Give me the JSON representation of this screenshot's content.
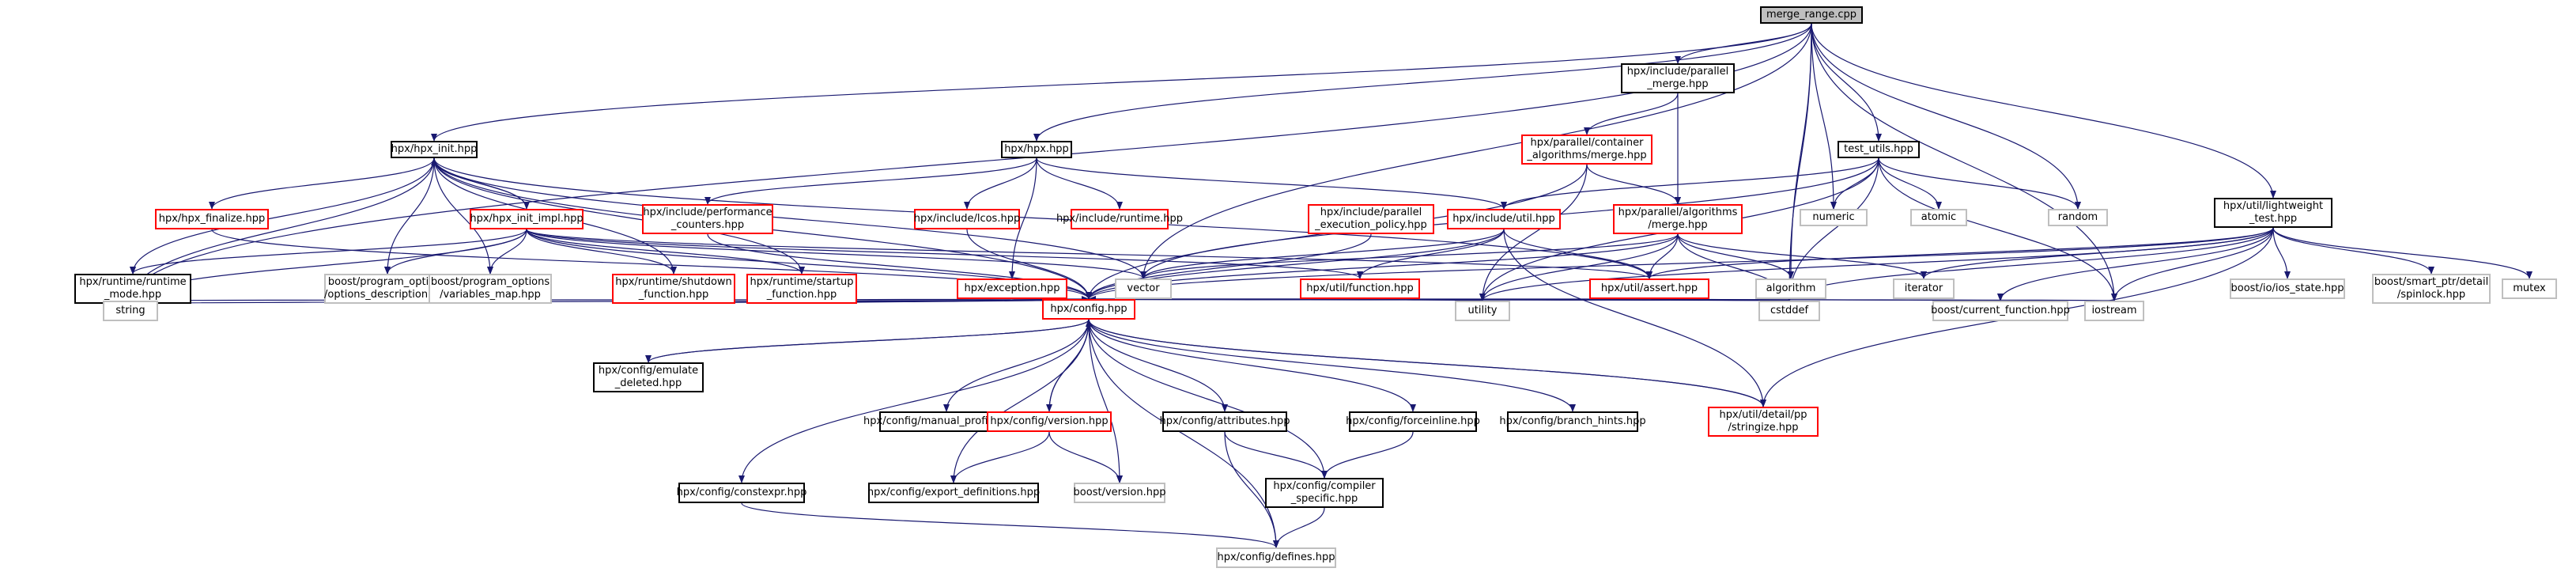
{
  "colors": {
    "edge": "#191970",
    "link_border": "#000000",
    "missing_border": "#ff0000",
    "system_border": "#bfbfbf",
    "root_fill": "#bfbfbf"
  },
  "nodes": [
    {
      "id": "root",
      "label": "merge_range.cpp",
      "kind": "root"
    },
    {
      "id": "pmerge",
      "label": "hpx/include/parallel\n_merge.hpp",
      "kind": "link"
    },
    {
      "id": "cmerge",
      "label": "hpx/parallel/container\n_algorithms/merge.hpp",
      "kind": "missing"
    },
    {
      "id": "testutils",
      "label": "test_utils.hpp",
      "kind": "link"
    },
    {
      "id": "hpxinit",
      "label": "hpx/hpx_init.hpp",
      "kind": "link"
    },
    {
      "id": "hpxhpp",
      "label": "hpx/hpx.hpp",
      "kind": "link"
    },
    {
      "id": "lwtest",
      "label": "hpx/util/lightweight\n_test.hpp",
      "kind": "link"
    },
    {
      "id": "finalize",
      "label": "hpx/hpx_finalize.hpp",
      "kind": "missing"
    },
    {
      "id": "initimpl",
      "label": "hpx/hpx_init_impl.hpp",
      "kind": "missing"
    },
    {
      "id": "perfc",
      "label": "hpx/include/performance\n_counters.hpp",
      "kind": "missing"
    },
    {
      "id": "lcos",
      "label": "hpx/include/lcos.hpp",
      "kind": "missing"
    },
    {
      "id": "incruntime",
      "label": "hpx/include/runtime.hpp",
      "kind": "missing"
    },
    {
      "id": "parexec",
      "label": "hpx/include/parallel\n_execution_policy.hpp",
      "kind": "missing"
    },
    {
      "id": "incutil",
      "label": "hpx/include/util.hpp",
      "kind": "missing"
    },
    {
      "id": "algmerge",
      "label": "hpx/parallel/algorithms\n/merge.hpp",
      "kind": "missing"
    },
    {
      "id": "numeric",
      "label": "numeric",
      "kind": "system"
    },
    {
      "id": "atomic",
      "label": "atomic",
      "kind": "system"
    },
    {
      "id": "random",
      "label": "random",
      "kind": "system"
    },
    {
      "id": "rtmode",
      "label": "hpx/runtime/runtime\n_mode.hpp",
      "kind": "link"
    },
    {
      "id": "optdesc",
      "label": "boost/program_options\n/options_description.hpp",
      "kind": "system"
    },
    {
      "id": "varmap",
      "label": "boost/program_options\n/variables_map.hpp",
      "kind": "system"
    },
    {
      "id": "shutdown",
      "label": "hpx/runtime/shutdown\n_function.hpp",
      "kind": "missing"
    },
    {
      "id": "startup",
      "label": "hpx/runtime/startup\n_function.hpp",
      "kind": "missing"
    },
    {
      "id": "exception",
      "label": "hpx/exception.hpp",
      "kind": "missing"
    },
    {
      "id": "vector",
      "label": "vector",
      "kind": "system"
    },
    {
      "id": "function",
      "label": "hpx/util/function.hpp",
      "kind": "missing"
    },
    {
      "id": "algorithm",
      "label": "algorithm",
      "kind": "system"
    },
    {
      "id": "assert",
      "label": "hpx/util/assert.hpp",
      "kind": "missing"
    },
    {
      "id": "iterator",
      "label": "iterator",
      "kind": "system"
    },
    {
      "id": "iosstate",
      "label": "boost/io/ios_state.hpp",
      "kind": "system"
    },
    {
      "id": "spinlock",
      "label": "boost/smart_ptr/detail\n/spinlock.hpp",
      "kind": "system"
    },
    {
      "id": "mutex",
      "label": "mutex",
      "kind": "system"
    },
    {
      "id": "string",
      "label": "string",
      "kind": "system"
    },
    {
      "id": "config",
      "label": "hpx/config.hpp",
      "kind": "missing"
    },
    {
      "id": "utility",
      "label": "utility",
      "kind": "system"
    },
    {
      "id": "cstddef",
      "label": "cstddef",
      "kind": "system"
    },
    {
      "id": "curfunc",
      "label": "boost/current_function.hpp",
      "kind": "system"
    },
    {
      "id": "iostream",
      "label": "iostream",
      "kind": "system"
    },
    {
      "id": "emulate",
      "label": "hpx/config/emulate\n_deleted.hpp",
      "kind": "link"
    },
    {
      "id": "manprof",
      "label": "hpx/config/manual_profiling.hpp",
      "kind": "link"
    },
    {
      "id": "version",
      "label": "hpx/config/version.hpp",
      "kind": "missing"
    },
    {
      "id": "attrib",
      "label": "hpx/config/attributes.hpp",
      "kind": "link"
    },
    {
      "id": "forceinl",
      "label": "hpx/config/forceinline.hpp",
      "kind": "link"
    },
    {
      "id": "branch",
      "label": "hpx/config/branch_hints.hpp",
      "kind": "link"
    },
    {
      "id": "stringize",
      "label": "hpx/util/detail/pp\n/stringize.hpp",
      "kind": "missing"
    },
    {
      "id": "constexpr",
      "label": "hpx/config/constexpr.hpp",
      "kind": "link"
    },
    {
      "id": "exportdef",
      "label": "hpx/config/export_definitions.hpp",
      "kind": "link"
    },
    {
      "id": "boostver",
      "label": "boost/version.hpp",
      "kind": "system"
    },
    {
      "id": "compspec",
      "label": "hpx/config/compiler\n_specific.hpp",
      "kind": "link"
    },
    {
      "id": "defines",
      "label": "hpx/config/defines.hpp",
      "kind": "system"
    }
  ],
  "edges": [
    [
      "root",
      "pmerge"
    ],
    [
      "root",
      "testutils"
    ],
    [
      "root",
      "hpxinit"
    ],
    [
      "root",
      "hpxhpp"
    ],
    [
      "root",
      "lwtest"
    ],
    [
      "root",
      "numeric"
    ],
    [
      "root",
      "random"
    ],
    [
      "root",
      "vector"
    ],
    [
      "root",
      "algorithm"
    ],
    [
      "root",
      "cstddef"
    ],
    [
      "root",
      "string"
    ],
    [
      "root",
      "iostream"
    ],
    [
      "pmerge",
      "cmerge"
    ],
    [
      "pmerge",
      "algmerge"
    ],
    [
      "cmerge",
      "algmerge"
    ],
    [
      "cmerge",
      "config"
    ],
    [
      "cmerge",
      "utility"
    ],
    [
      "testutils",
      "incutil"
    ],
    [
      "testutils",
      "numeric"
    ],
    [
      "testutils",
      "atomic"
    ],
    [
      "testutils",
      "random"
    ],
    [
      "testutils",
      "vector"
    ],
    [
      "testutils",
      "cstddef"
    ],
    [
      "testutils",
      "iostream"
    ],
    [
      "testutils",
      "utility"
    ],
    [
      "hpxinit",
      "finalize"
    ],
    [
      "hpxinit",
      "initimpl"
    ],
    [
      "hpxinit",
      "rtmode"
    ],
    [
      "hpxinit",
      "optdesc"
    ],
    [
      "hpxinit",
      "varmap"
    ],
    [
      "hpxinit",
      "shutdown"
    ],
    [
      "hpxinit",
      "startup"
    ],
    [
      "hpxinit",
      "string"
    ],
    [
      "hpxinit",
      "config"
    ],
    [
      "hpxinit",
      "vector"
    ],
    [
      "hpxinit",
      "assert"
    ],
    [
      "initimpl",
      "hpxinit"
    ],
    [
      "initimpl",
      "rtmode"
    ],
    [
      "initimpl",
      "optdesc"
    ],
    [
      "initimpl",
      "varmap"
    ],
    [
      "initimpl",
      "shutdown"
    ],
    [
      "initimpl",
      "startup"
    ],
    [
      "initimpl",
      "string"
    ],
    [
      "initimpl",
      "function"
    ],
    [
      "initimpl",
      "assert"
    ],
    [
      "initimpl",
      "config"
    ],
    [
      "initimpl",
      "vector"
    ],
    [
      "hpxhpp",
      "perfc"
    ],
    [
      "hpxhpp",
      "lcos"
    ],
    [
      "hpxhpp",
      "incruntime"
    ],
    [
      "hpxhpp",
      "exception"
    ],
    [
      "hpxhpp",
      "incutil"
    ],
    [
      "lcos",
      "config"
    ],
    [
      "perfc",
      "config"
    ],
    [
      "finalize",
      "config"
    ],
    [
      "rtmode",
      "config"
    ],
    [
      "rtmode",
      "string"
    ],
    [
      "shutdown",
      "config"
    ],
    [
      "startup",
      "config"
    ],
    [
      "parexec",
      "config"
    ],
    [
      "incutil",
      "function"
    ],
    [
      "incutil",
      "assert"
    ],
    [
      "incutil",
      "config"
    ],
    [
      "incutil",
      "stringize"
    ],
    [
      "incutil",
      "vector"
    ],
    [
      "algmerge",
      "assert"
    ],
    [
      "algmerge",
      "config"
    ],
    [
      "algmerge",
      "algorithm"
    ],
    [
      "algmerge",
      "iterator"
    ],
    [
      "algmerge",
      "utility"
    ],
    [
      "algmerge",
      "cstddef"
    ],
    [
      "algmerge",
      "vector"
    ],
    [
      "exception",
      "config"
    ],
    [
      "exception",
      "string"
    ],
    [
      "exception",
      "cstddef"
    ],
    [
      "function",
      "config"
    ],
    [
      "function",
      "utility"
    ],
    [
      "function",
      "cstddef"
    ],
    [
      "assert",
      "config"
    ],
    [
      "assert",
      "curfunc"
    ],
    [
      "assert",
      "iostream"
    ],
    [
      "assert",
      "cstddef"
    ],
    [
      "lwtest",
      "assert"
    ],
    [
      "lwtest",
      "config"
    ],
    [
      "lwtest",
      "iosstate"
    ],
    [
      "lwtest",
      "spinlock"
    ],
    [
      "lwtest",
      "mutex"
    ],
    [
      "lwtest",
      "iostream"
    ],
    [
      "lwtest",
      "cstddef"
    ],
    [
      "lwtest",
      "utility"
    ],
    [
      "lwtest",
      "iterator"
    ],
    [
      "lwtest",
      "curfunc"
    ],
    [
      "lwtest",
      "stringize"
    ],
    [
      "config",
      "emulate"
    ],
    [
      "config",
      "manprof"
    ],
    [
      "config",
      "version"
    ],
    [
      "config",
      "attrib"
    ],
    [
      "config",
      "forceinl"
    ],
    [
      "config",
      "branch"
    ],
    [
      "config",
      "stringize"
    ],
    [
      "config",
      "constexpr"
    ],
    [
      "config",
      "exportdef"
    ],
    [
      "config",
      "boostver"
    ],
    [
      "config",
      "compspec"
    ],
    [
      "config",
      "defines"
    ],
    [
      "emulate",
      "config"
    ],
    [
      "version",
      "config"
    ],
    [
      "stringize",
      "config"
    ],
    [
      "version",
      "exportdef"
    ],
    [
      "version",
      "boostver"
    ],
    [
      "attrib",
      "compspec"
    ],
    [
      "attrib",
      "defines"
    ],
    [
      "forceinl",
      "compspec"
    ],
    [
      "compspec",
      "defines"
    ],
    [
      "constexpr",
      "defines"
    ]
  ]
}
